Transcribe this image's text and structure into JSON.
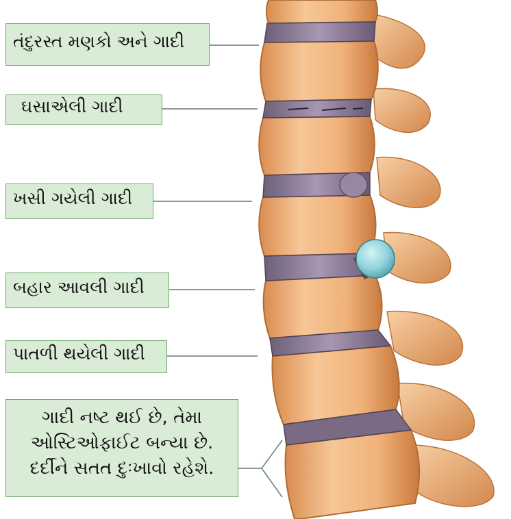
{
  "diagram": {
    "labels": [
      {
        "id": "healthy",
        "text": "તંદુરસ્ત મણકો અને ગાદી"
      },
      {
        "id": "worn",
        "text": "ઘસાએલી ગાદી"
      },
      {
        "id": "slipped",
        "text": "ખસી ગયેલી ગાદી"
      },
      {
        "id": "herniated",
        "text": "બહાર આવલી ગાદી"
      },
      {
        "id": "thinned",
        "text": "પાતળી થયેલી ગાદી"
      },
      {
        "id": "destroyed",
        "lines": [
          "ગાદી નષ્ટ થઈ છે, તેમા",
          "ઓસ્ટિઓફાઈટ બન્યા છે.",
          "દર્દીને સતત દુઃખાવો રહેશે."
        ]
      }
    ]
  },
  "colors": {
    "label_fill": "#d9ecd6",
    "label_border": "#6fa86a",
    "bone": "#f0b680",
    "disc": "#8d7b98",
    "bulge": "#8fd2dc"
  }
}
